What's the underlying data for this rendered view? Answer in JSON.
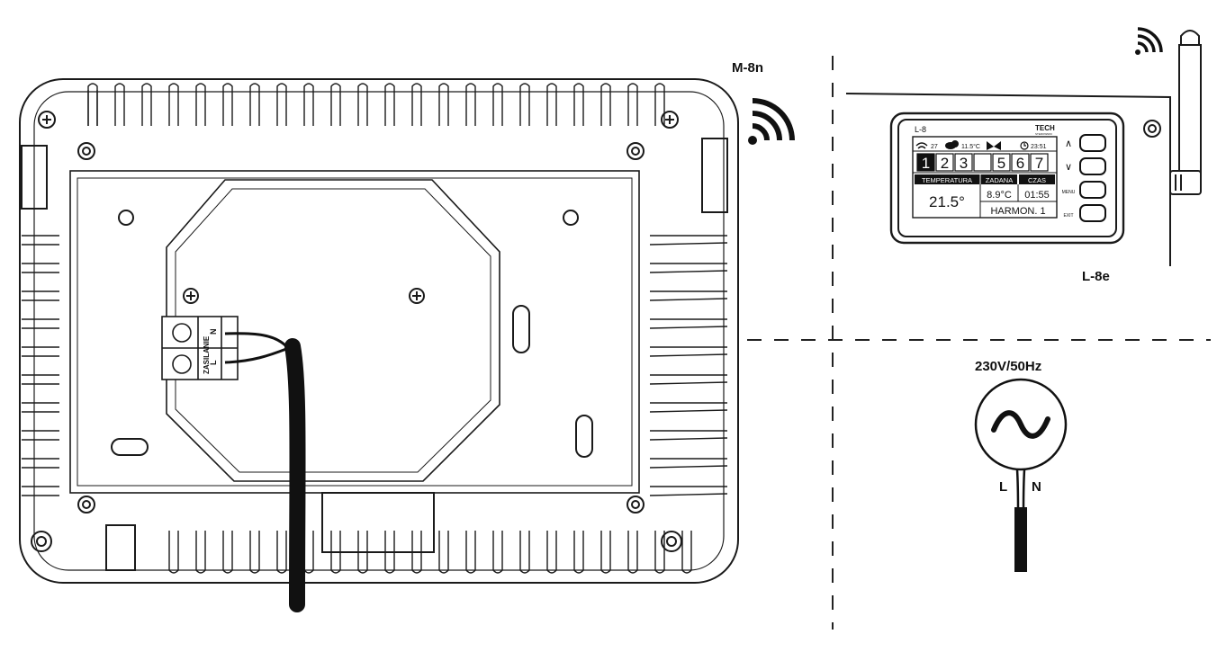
{
  "labels": {
    "m8n": "M-8n",
    "l8e": "L-8e",
    "power": "230V/50Hz",
    "wire_l": "L",
    "wire_n": "N"
  },
  "terminal": {
    "text": "ZASILANIE",
    "l": "L",
    "n": "N"
  },
  "screen": {
    "logo_left": "L-8",
    "brand": "TECH",
    "brand_sub": "STEROWNIKI",
    "wifi_value": "27",
    "outside_temp": "11.5°C",
    "clock": "23:51",
    "zones": [
      "1",
      "2",
      "3",
      "",
      "5",
      "6",
      "7"
    ],
    "temp_header": "TEMPERATURA",
    "temp_value": "21.5°",
    "set_header": "ZADANA",
    "set_value": "8.9°C",
    "time_header": "CZAS",
    "time_value": "01:55",
    "mode": "HARMON. 1"
  },
  "buttons": [
    "∧",
    "∨",
    "MENU",
    "EXIT"
  ],
  "colors": {
    "line": "#1a1a1a",
    "bg": "#ffffff"
  }
}
